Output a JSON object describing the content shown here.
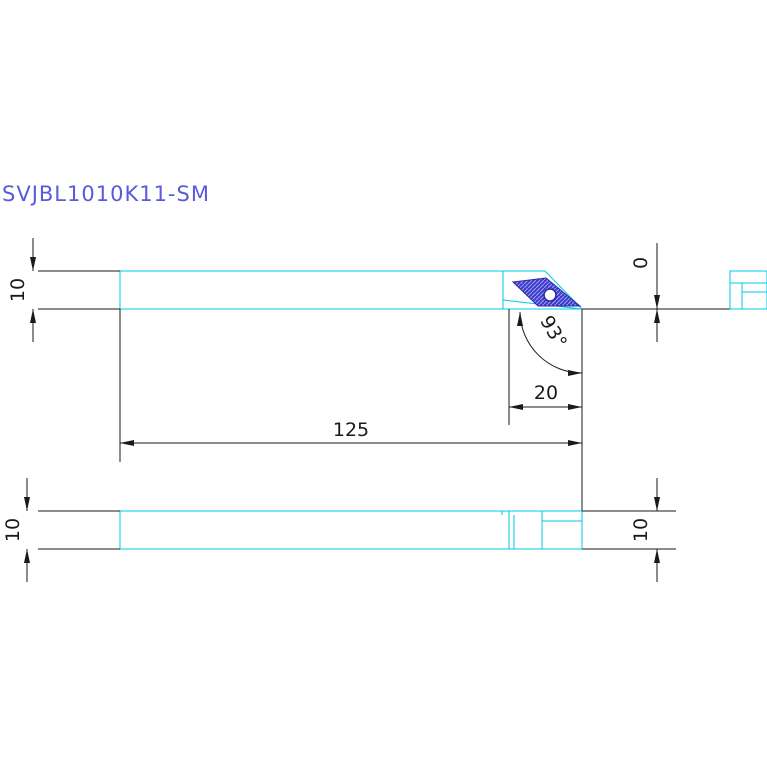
{
  "title": "SVJBL1010K11-SM",
  "dimensions": {
    "top_height": "10",
    "offset": "0",
    "angle": "93°",
    "head_length": "20",
    "overall_length": "125",
    "bottom_height_left": "10",
    "bottom_height_right": "10"
  },
  "colors": {
    "outline": "#00c8e6",
    "dimension": "#1a1a1a",
    "insert": "#3d3dc8",
    "title": "#5a5adc"
  }
}
